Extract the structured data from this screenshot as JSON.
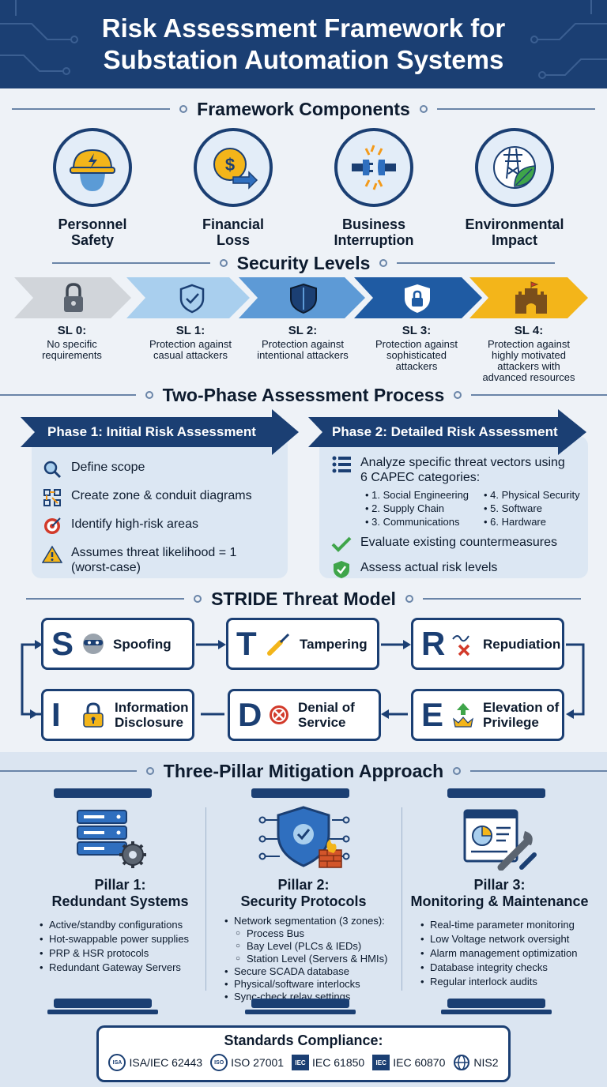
{
  "header": {
    "title_line1": "Risk Assessment Framework for",
    "title_line2": "Substation Automation Systems"
  },
  "components": {
    "title": "Framework Components",
    "items": [
      {
        "line1": "Personnel",
        "line2": "Safety",
        "icon": "hard-hat-icon"
      },
      {
        "line1": "Financial",
        "line2": "Loss",
        "icon": "coin-arrow-icon"
      },
      {
        "line1": "Business",
        "line2": "Interruption",
        "icon": "broken-plug-icon"
      },
      {
        "line1": "Environmental",
        "line2": "Impact",
        "icon": "tower-leaf-icon"
      }
    ]
  },
  "security_levels": {
    "title": "Security Levels",
    "levels": [
      {
        "label": "SL 0:",
        "desc": "No specific requirements",
        "color": "#d1d5da",
        "icon": "padlock-icon"
      },
      {
        "label": "SL 1:",
        "desc": "Protection against casual attackers",
        "color": "#a9cfee",
        "icon": "shield-check-icon"
      },
      {
        "label": "SL 2:",
        "desc": "Protection against intentional attackers",
        "color": "#5d9ad6",
        "icon": "shield-icon"
      },
      {
        "label": "SL 3:",
        "desc": "Protection against sophisticated attackers",
        "color": "#1f5ba3",
        "icon": "shield-lock-icon"
      },
      {
        "label": "SL 4:",
        "desc": "Protection against highly motivated attackers with advanced resources",
        "color": "#f3b51a",
        "icon": "castle-icon"
      }
    ]
  },
  "process": {
    "title": "Two-Phase Assessment Process",
    "phase1": {
      "title": "Phase 1: Initial Risk Assessment",
      "items": [
        "Define scope",
        "Create zone & conduit diagrams",
        "Identify high-risk areas",
        "Assumes threat likelihood = 1 (worst-case)"
      ]
    },
    "phase2": {
      "title": "Phase 2: Detailed Risk Assessment",
      "intro": "Analyze specific threat vectors using 6 CAPEC categories:",
      "capec_left": [
        "1. Social Engineering",
        "2. Supply Chain",
        "3. Communications"
      ],
      "capec_right": [
        "4. Physical Security",
        "5. Software",
        "6. Hardware"
      ],
      "items": [
        "Evaluate existing countermeasures",
        "Assess actual risk levels"
      ]
    }
  },
  "stride": {
    "title": "STRIDE Threat Model",
    "items": [
      {
        "letter": "S",
        "line1": "Spoofing",
        "line2": ""
      },
      {
        "letter": "T",
        "line1": "Tampering",
        "line2": ""
      },
      {
        "letter": "R",
        "line1": "Repudiation",
        "line2": ""
      },
      {
        "letter": "E",
        "line1": "Elevation of",
        "line2": "Privilege"
      },
      {
        "letter": "D",
        "line1": "Denial of",
        "line2": "Service"
      },
      {
        "letter": "I",
        "line1": "Information",
        "line2": "Disclosure"
      }
    ]
  },
  "mitigation": {
    "title": "Three-Pillar Mitigation Approach",
    "pillars": [
      {
        "line1": "Pillar 1:",
        "line2": "Redundant Systems",
        "bullets": [
          "Active/standby configurations",
          "Hot-swappable power supplies",
          "PRP & HSR protocols",
          "Redundant Gateway Servers"
        ]
      },
      {
        "line1": "Pillar 2:",
        "line2": "Security Protocols",
        "bullets": [
          "Network segmentation (3 zones):",
          "Process Bus",
          "Bay Level (PLCs & IEDs)",
          "Station Level (Servers & HMIs)",
          "Secure SCADA database",
          "Physical/software interlocks",
          "Sync-check relay settings"
        ]
      },
      {
        "line1": "Pillar 3:",
        "line2": "Monitoring & Maintenance",
        "bullets": [
          "Real-time parameter monitoring",
          "Low Voltage network oversight",
          "Alarm management optimization",
          "Database integrity checks",
          "Regular interlock audits"
        ]
      }
    ]
  },
  "standards": {
    "title": "Standards Compliance:",
    "items": [
      {
        "logo": "ISA",
        "name": "ISA/IEC 62443"
      },
      {
        "logo": "ISO",
        "name": "ISO 27001"
      },
      {
        "logo": "IEC",
        "name": "IEC 61850"
      },
      {
        "logo": "IEC",
        "name": "IEC 60870"
      },
      {
        "logo": "",
        "name": "NIS2"
      }
    ]
  },
  "colors": {
    "navy": "#1b3f73",
    "light_panel": "#dce7f3",
    "accent_gold": "#f3b51a"
  }
}
